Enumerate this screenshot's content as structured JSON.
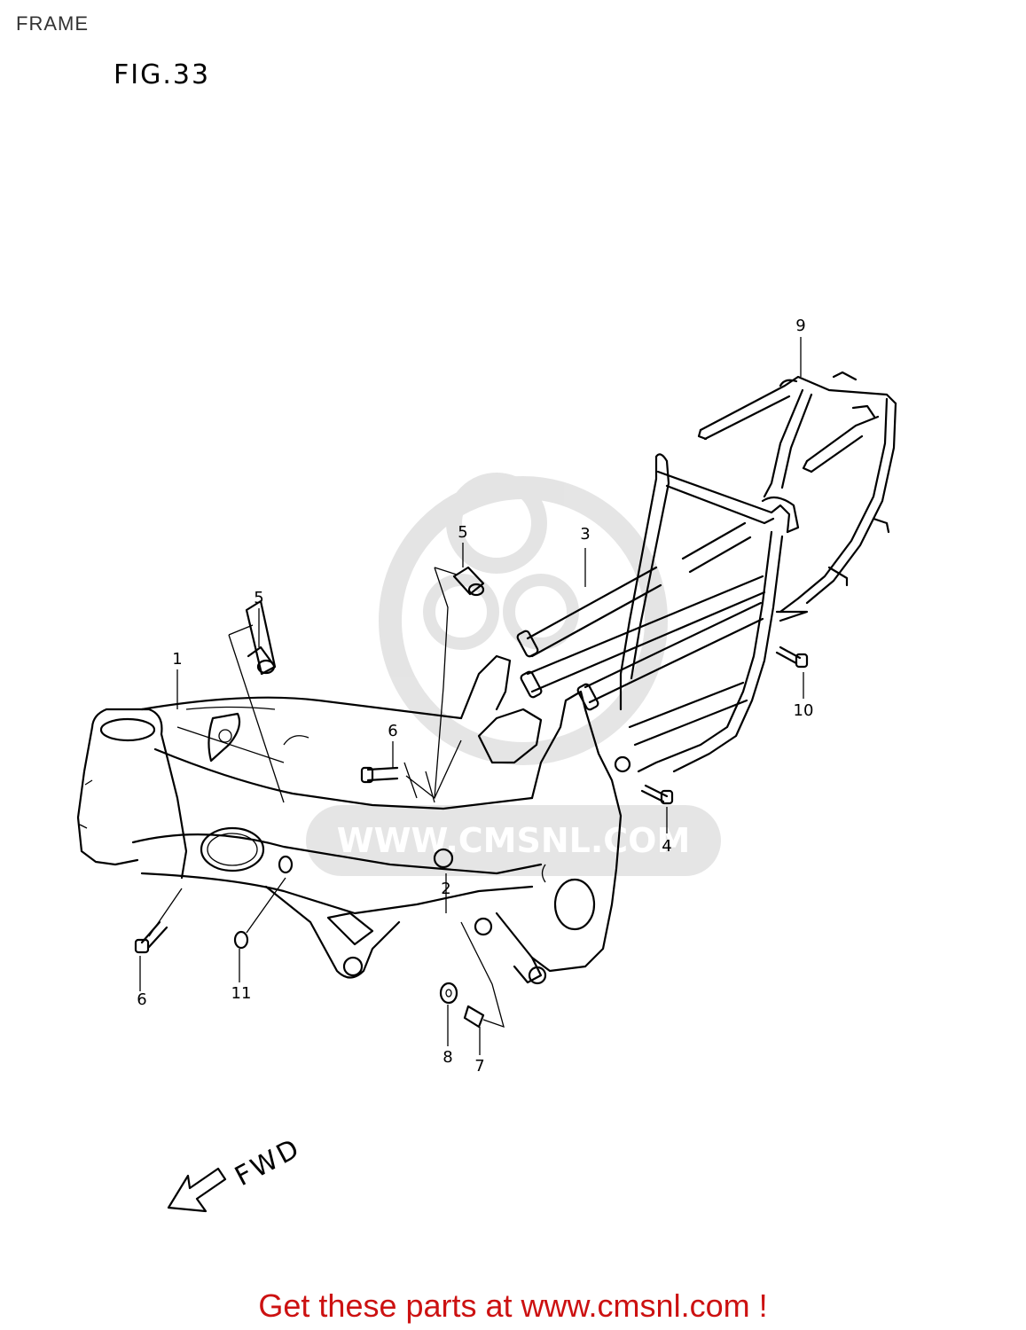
{
  "page": {
    "title": "FRAME"
  },
  "diagram": {
    "figure_label": "FIG.33",
    "direction_label": "FWD",
    "watermark": {
      "text": "WWW.CMSNL.COM",
      "color": "#e0e0e0"
    },
    "callouts": [
      "1",
      "2",
      "3",
      "4",
      "5",
      "5",
      "6",
      "6",
      "7",
      "8",
      "9",
      "10",
      "11"
    ]
  },
  "footer": {
    "promo_text": "Get these parts at www.cmsnl.com !",
    "color": "#cc1111"
  }
}
